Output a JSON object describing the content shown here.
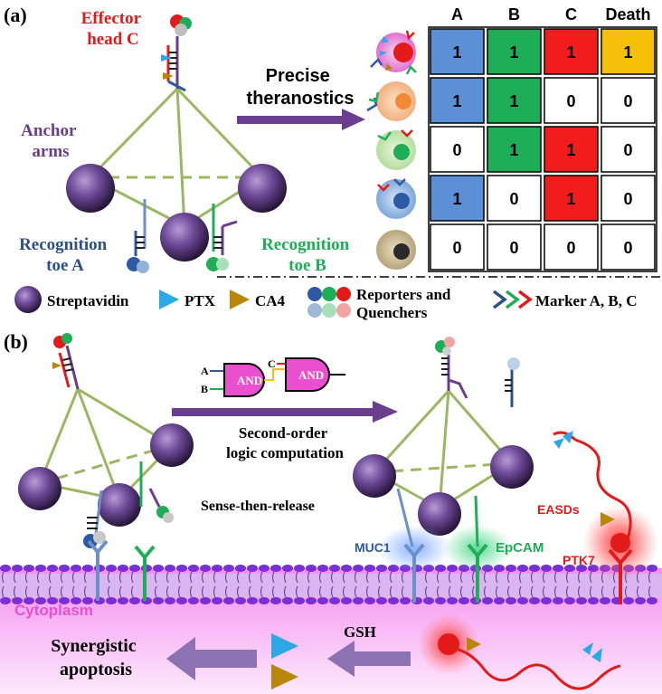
{
  "panel_a": {
    "label": "(a)",
    "effector_head": [
      "Effector",
      "head C"
    ],
    "anchor_arms": [
      "Anchor",
      "arms"
    ],
    "recognition_toe_a": [
      "Recognition",
      "toe A"
    ],
    "recognition_toe_b": [
      "Recognition",
      "toe B"
    ],
    "precise_theranostics": [
      "Precise",
      "theranostics"
    ],
    "table": {
      "headers": [
        "A",
        "B",
        "C",
        "Death"
      ],
      "rows": [
        [
          "1",
          "1",
          "1",
          "1"
        ],
        [
          "1",
          "1",
          "0",
          "0"
        ],
        [
          "0",
          "1",
          "1",
          "0"
        ],
        [
          "1",
          "0",
          "1",
          "0"
        ],
        [
          "0",
          "0",
          "0",
          "0"
        ]
      ]
    },
    "colors": {
      "A_true": "#5b8fd6",
      "B_true": "#1fae58",
      "C_true": "#f21c1c",
      "Death_true": "#f5bf0a",
      "false": "#ffffff"
    },
    "legend": {
      "streptavidin": "Streptavidin",
      "ptx": "PTX",
      "ca4": "CA4",
      "reporters": [
        "Reporters and",
        "Quenchers"
      ],
      "markers": "Marker A, B, C"
    }
  },
  "panel_b": {
    "label": "(b)",
    "gate_input_a": "A",
    "gate_input_b": "B",
    "gate_input_c": "C",
    "gate1": "AND",
    "gate2": "AND",
    "second_order": [
      "Second-order",
      "logic computation"
    ],
    "sense_release": "Sense-then-release",
    "muc1": "MUC1",
    "epcam": "EpCAM",
    "easds": "EASDs",
    "ptk7": "PTK7",
    "cytoplasm": "Cytoplasm",
    "gsh": "GSH",
    "synergistic": [
      "Synergistic",
      "apoptosis"
    ]
  }
}
